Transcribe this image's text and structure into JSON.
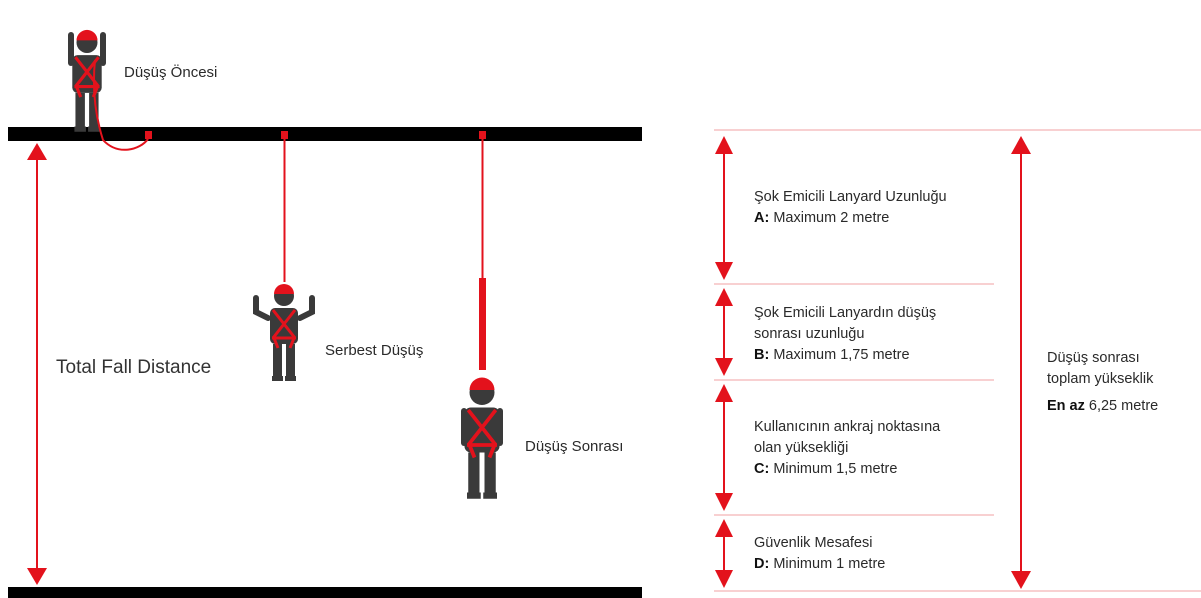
{
  "colors": {
    "red": "#e3121c",
    "dark": "#3a3a3a",
    "black": "#000000",
    "line": "#f2a0a3"
  },
  "figures": [
    {
      "name": "before-fall",
      "label": "Düşüş Öncesi",
      "icon": "worker-standing-harness-icon"
    },
    {
      "name": "free-fall",
      "label": "Serbest Düşüş",
      "icon": "worker-falling-harness-icon"
    },
    {
      "name": "after-fall",
      "label": "Düşüş Sonrası",
      "icon": "worker-suspended-harness-icon"
    }
  ],
  "total_fall_label": "Total Fall Distance",
  "segments": [
    {
      "id": "A",
      "lines": [
        "Şok Emicili Lanyard Uzunluğu"
      ],
      "key": "A:",
      "value": " Maximum 2 metre"
    },
    {
      "id": "B",
      "lines": [
        "Şok Emicili Lanyardın düşüş",
        "sonrası uzunluğu"
      ],
      "key": "B:",
      "value": " Maximum 1,75 metre"
    },
    {
      "id": "C",
      "lines": [
        "Kullanıcının ankraj noktasına",
        "olan yüksekliği"
      ],
      "key": "C:",
      "value": " Minimum 1,5 metre"
    },
    {
      "id": "D",
      "lines": [
        "Güvenlik Mesafesi"
      ],
      "key": "D:",
      "value": " Minimum 1 metre"
    }
  ],
  "total_height": {
    "lines": [
      "Düşüş sonrası",
      "toplam yükseklik"
    ],
    "key": "En az",
    "value": " 6,25 metre"
  }
}
